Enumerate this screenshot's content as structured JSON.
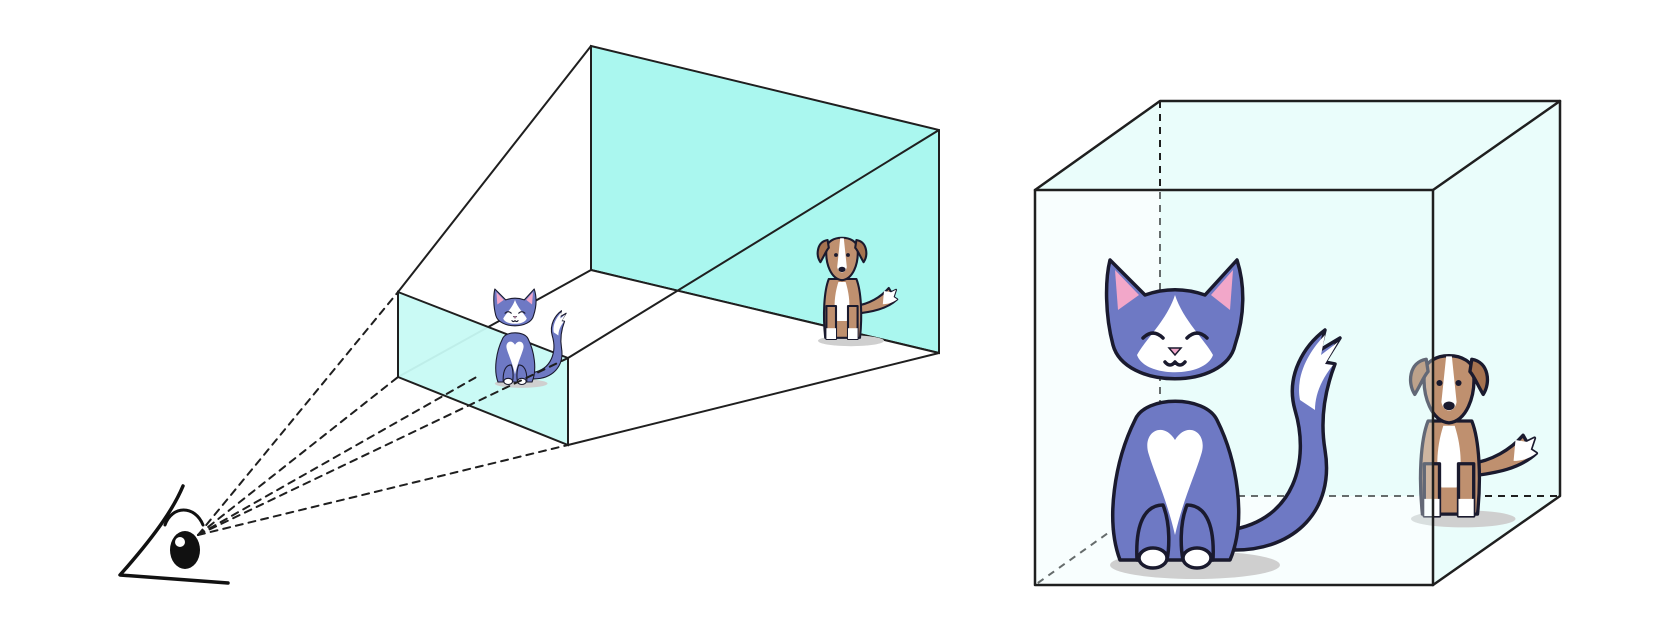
{
  "figure": {
    "panels": [
      {
        "id": "perspective",
        "projection": "perspective"
      },
      {
        "id": "orthographic",
        "projection": "orthographic"
      }
    ],
    "objects": [
      "cat",
      "dog",
      "eye"
    ],
    "colors": {
      "frustum_fill": "#aaf7ef",
      "near_plane_fill": "#c7faf4",
      "cube_fill": "#eafdfb",
      "cat_body": "#6e79c4",
      "cat_white": "#ffffff",
      "cat_ear_inner": "#f2a7c9",
      "dog_body_left": "#b87547",
      "dog_body_right": "#bf906f",
      "shadow": "#c9c9c9",
      "line": "#1f1f1f"
    },
    "icons": [
      "eye-icon",
      "cat-icon",
      "dog-icon"
    ]
  }
}
